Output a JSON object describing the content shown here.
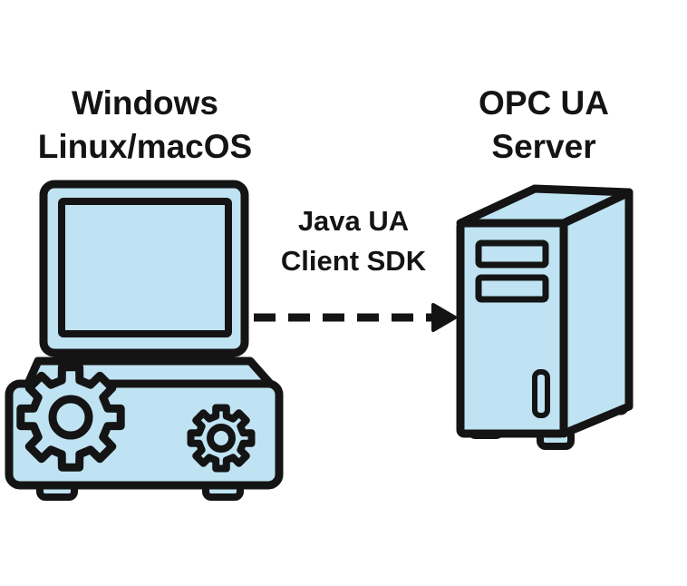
{
  "client": {
    "label_lines": [
      "Windows",
      "Linux/macOS"
    ],
    "icon": "desktop-computer-with-gears-icon"
  },
  "server": {
    "label_lines": [
      "OPC UA",
      "Server"
    ],
    "icon": "tower-server-icon"
  },
  "connection": {
    "label_lines": [
      "Java UA",
      "Client SDK"
    ],
    "style": "dashed-arrow",
    "direction": "client-to-server"
  },
  "colors": {
    "fill": "#bfe3f2",
    "stroke": "#141414",
    "background": "#ffffff"
  }
}
